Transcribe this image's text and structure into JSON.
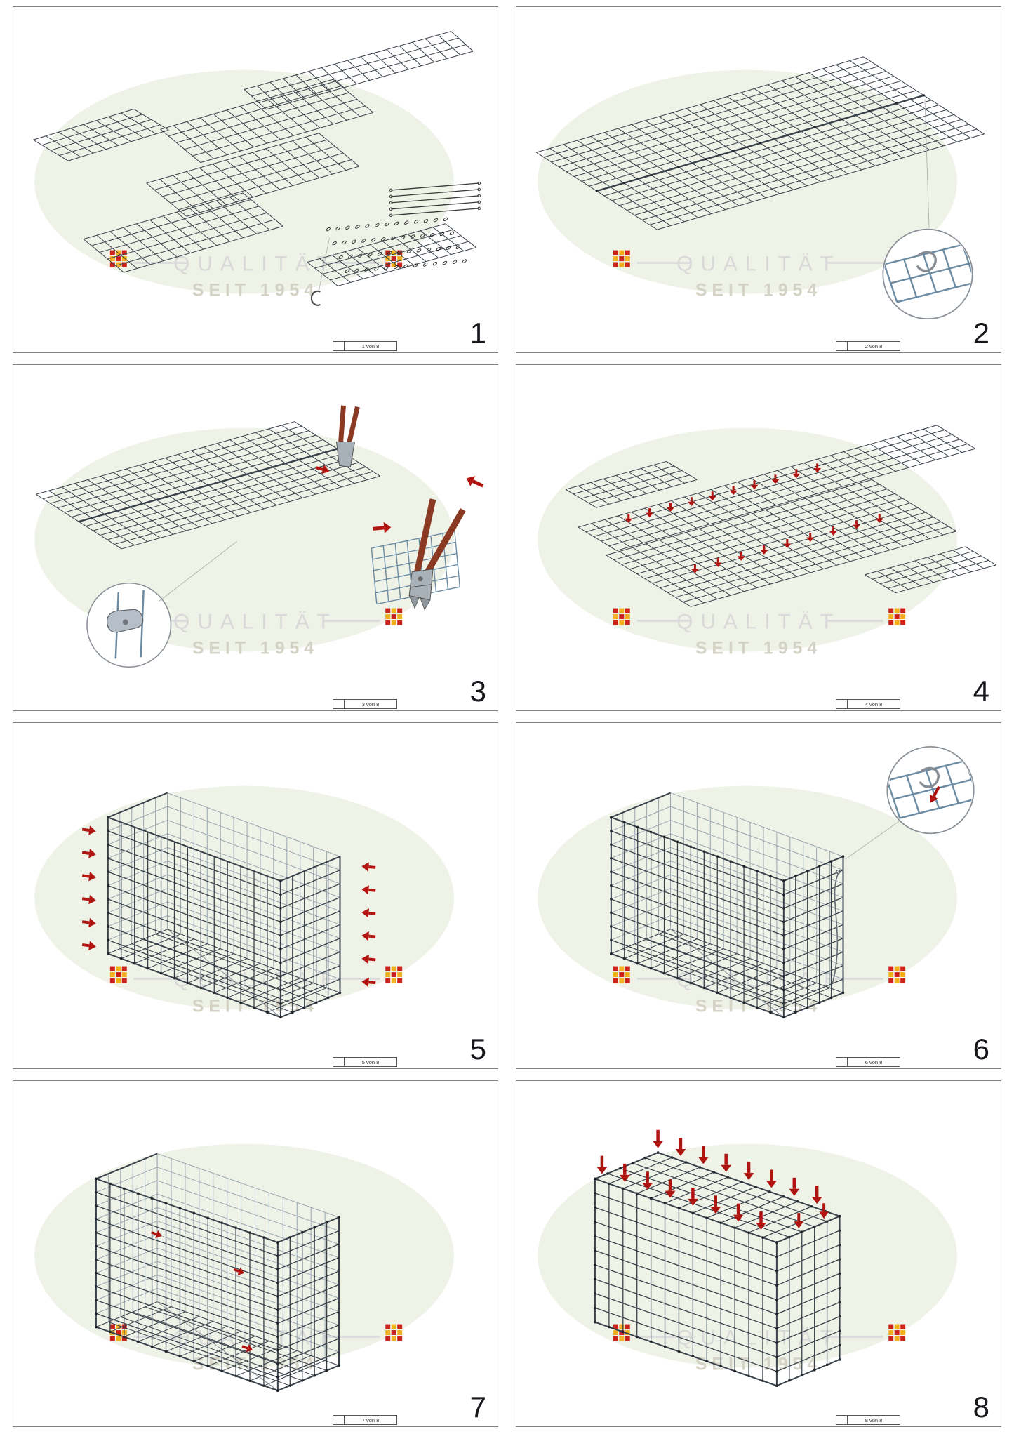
{
  "watermark": {
    "line1": "QUALITÄT",
    "line2": "SEIT 1954"
  },
  "panels": [
    {
      "step": "1",
      "page_label": "1 von 8"
    },
    {
      "step": "2",
      "page_label": "2 von 8"
    },
    {
      "step": "3",
      "page_label": "3 von 8"
    },
    {
      "step": "4",
      "page_label": "4 von 8"
    },
    {
      "step": "5",
      "page_label": "5 von 8"
    },
    {
      "step": "6",
      "page_label": "6 von 8"
    },
    {
      "step": "7",
      "page_label": "7 von 8"
    },
    {
      "step": "8",
      "page_label": "8 von 8"
    }
  ],
  "colors": {
    "mesh": "#39414b",
    "mesh_light": "#9aa6b0",
    "blue": "#6b8ba3",
    "red": "#b01410",
    "handle": "#8a3a22",
    "metal": "#a8b0b8",
    "metal_dark": "#5a6068",
    "watermark_text": "#d9d9d9",
    "watermark_text2": "#d5d2c6",
    "watermark_fill": "#eef2e7",
    "logo_red": "#c9231c",
    "logo_yellow": "#f2b01e",
    "leader": "#b0b0b0",
    "dot": "#20262c",
    "wire": "#606870"
  }
}
